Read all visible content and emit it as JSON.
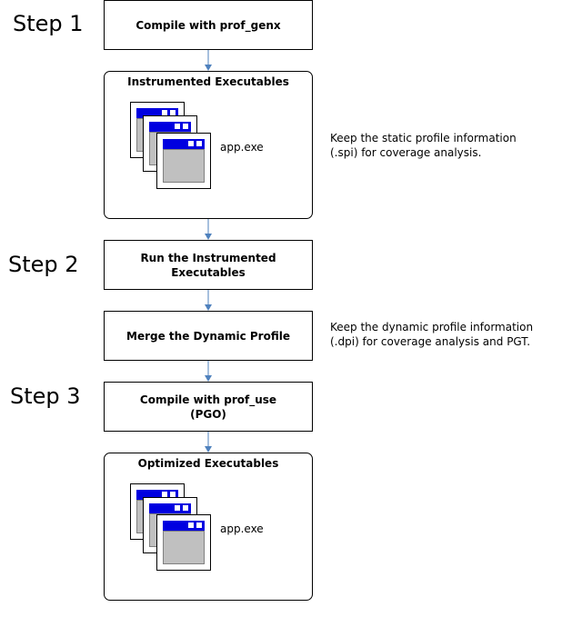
{
  "steps": {
    "step1": "Step 1",
    "step2": "Step 2",
    "step3": "Step 3"
  },
  "boxes": {
    "compile_genx": "Compile with prof_genx",
    "instrumented_title": "Instrumented Executables",
    "instrumented_exe": "app.exe",
    "run_line1": "Run the Instrumented",
    "run_line2": "Executables",
    "merge": "Merge the Dynamic Profile",
    "compile_use_line1": "Compile with prof_use",
    "compile_use_line2": "(PGO)",
    "optimized_title": "Optimized Executables",
    "optimized_exe": "app.exe"
  },
  "notes": {
    "spi_line1": "Keep the static profile information",
    "spi_line2": "(.spi) for coverage analysis.",
    "dpi_line1": "Keep the dynamic profile information",
    "dpi_line2": "(.dpi) for coverage analysis and PGT."
  },
  "colors": {
    "arrow": "#4f81bd",
    "titlebar": "#0000e0",
    "window_body": "#c0c0c0"
  },
  "icons": {
    "executable_window": "stacked-window-icon"
  }
}
